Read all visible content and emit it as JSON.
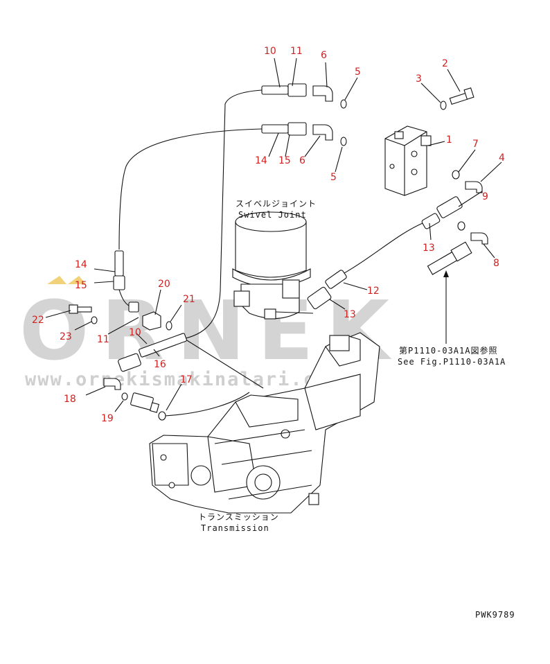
{
  "watermark": {
    "brand": "ORNEK",
    "url": "www.ornekismakinalari.com.tr",
    "brand_color": "#d4d4d4",
    "accent_color": "#f1d27a"
  },
  "captions": {
    "swivel_jp": "スイベルジョイント",
    "swivel_en": "Swivel Joint",
    "transmission_jp": "トランスミッション",
    "transmission_en": "Transmission",
    "see_fig_jp": "第P1110-03A1A図参照",
    "see_fig_en": "See Fig.P1110-03A1A",
    "drawing_no": "PWK9789"
  },
  "callouts": [
    "10",
    "11",
    "6",
    "5",
    "3",
    "2",
    "1",
    "14",
    "15",
    "6",
    "5",
    "7",
    "4",
    "9",
    "13",
    "8",
    "12",
    "13",
    "14",
    "15",
    "20",
    "21",
    "22",
    "23",
    "11",
    "10",
    "16",
    "17",
    "18",
    "19"
  ],
  "label_color": "#cc2222"
}
